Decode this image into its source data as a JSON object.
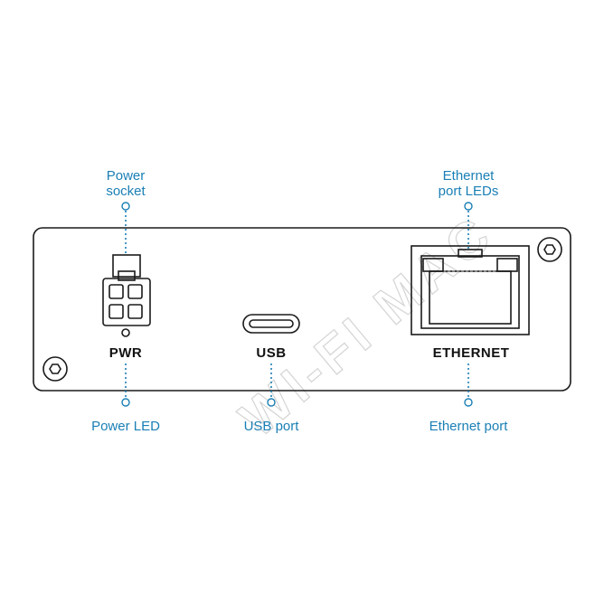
{
  "callouts": {
    "power_socket": [
      "Power",
      "socket"
    ],
    "ethernet_leds": [
      "Ethernet",
      "port LEDs"
    ],
    "power_led": "Power LED",
    "usb_port": "USB port",
    "ethernet_port": "Ethernet port"
  },
  "panel_labels": {
    "pwr": "PWR",
    "usb": "USB",
    "ethernet": "ETHERNET"
  },
  "watermark": "WI-FI MAC",
  "colors": {
    "callout": "#1a7fb5",
    "outline": "#1a1a1a",
    "watermark": "#d4d4d4"
  }
}
